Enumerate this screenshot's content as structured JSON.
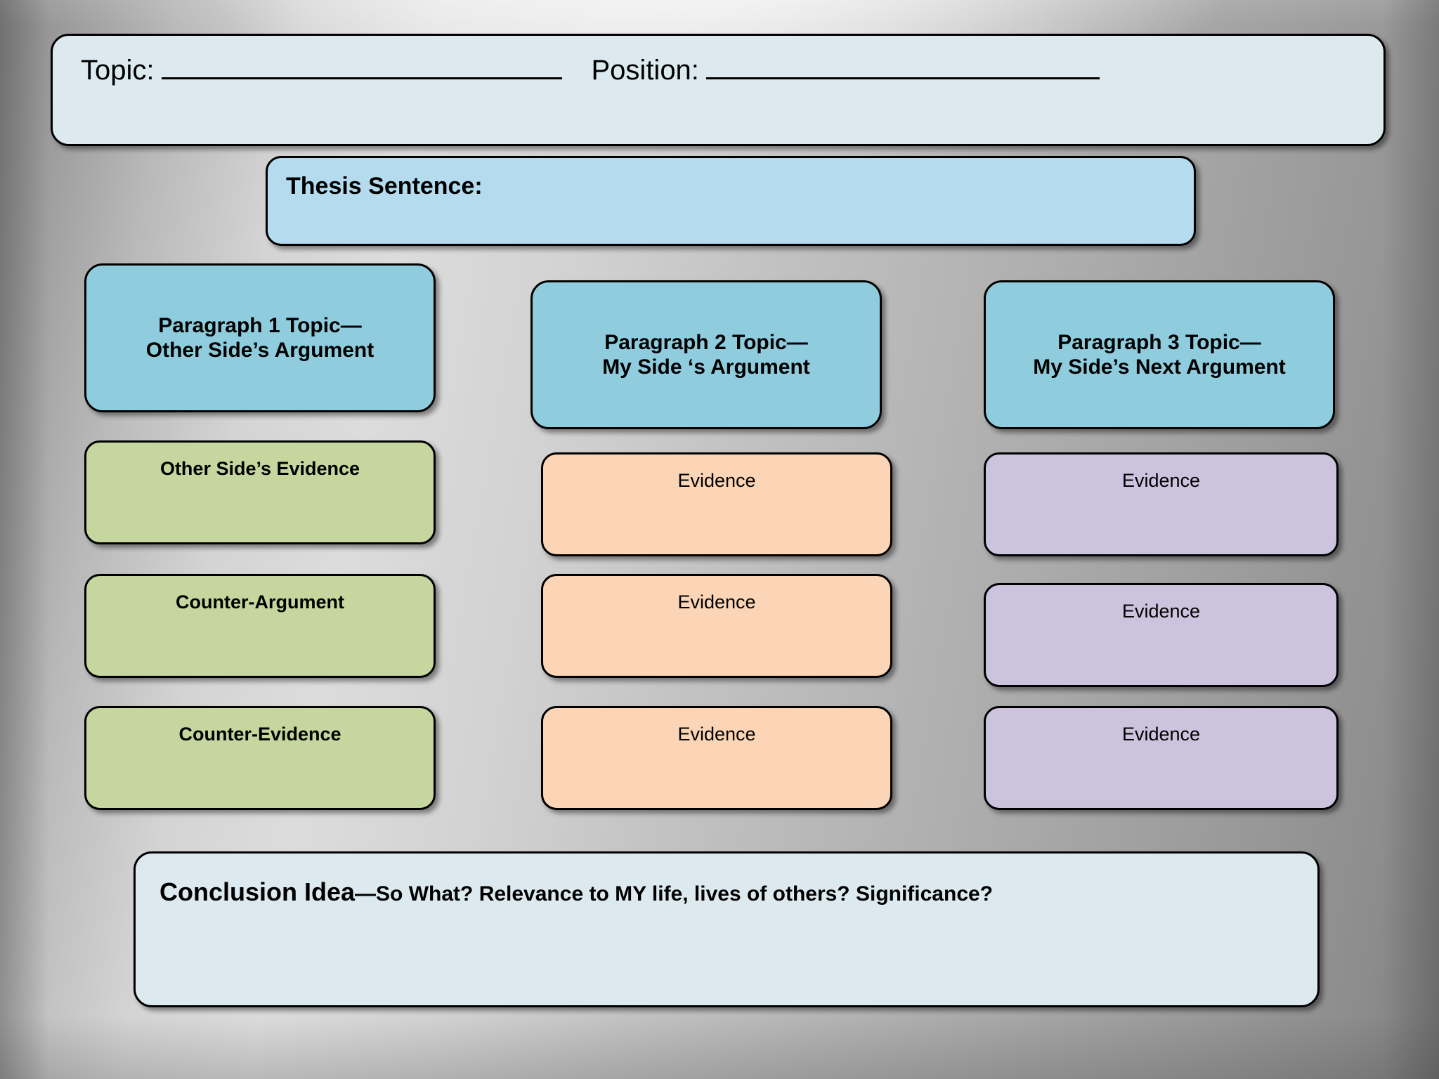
{
  "document": {
    "type": "argument-essay-graphic-organizer"
  },
  "header": {
    "topic_label": "Topic:",
    "topic_value": "",
    "position_label": "Position:",
    "position_value": ""
  },
  "thesis": {
    "label": "Thesis Sentence:",
    "value": ""
  },
  "paragraphs": [
    {
      "line1": "Paragraph 1 Topic—",
      "line2": "Other Side’s Argument"
    },
    {
      "line1": "Paragraph 2 Topic—",
      "line2": "My Side ‘s Argument"
    },
    {
      "line1": "Paragraph 3 Topic—",
      "line2": "My Side’s Next Argument"
    }
  ],
  "columns": [
    {
      "name": "other-side",
      "color": "#C5D79E",
      "cells": [
        "Other Side’s Evidence",
        "Counter-Argument",
        "Counter-Evidence"
      ]
    },
    {
      "name": "my-side-first",
      "color": "#FBD5B5",
      "cells": [
        "Evidence",
        "Evidence",
        "Evidence"
      ]
    },
    {
      "name": "my-side-next",
      "color": "#CCC4DE",
      "cells": [
        "Evidence",
        "Evidence",
        "Evidence"
      ]
    }
  ],
  "conclusion": {
    "heading": "Conclusion Idea",
    "prompt": "—So What?  Relevance to MY life, lives of others?  Significance?",
    "value": ""
  },
  "colors": {
    "pale_blue": "#DCEAEF",
    "thesis_blue": "#B4DCEE",
    "paragraph_teal": "#8FCDDE",
    "green": "#C5D79E",
    "orange": "#FBD5B5",
    "purple": "#CCC4DE",
    "border": "#000000"
  }
}
